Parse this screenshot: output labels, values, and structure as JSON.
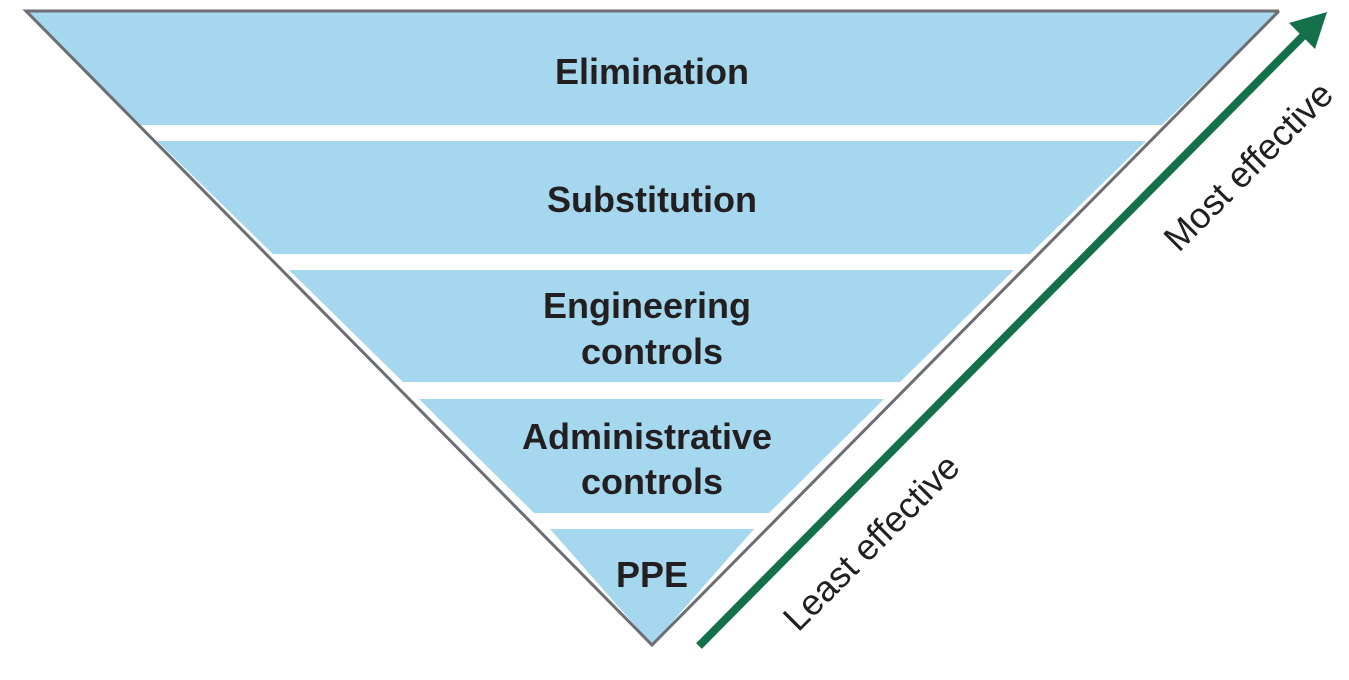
{
  "diagram": {
    "colors": {
      "tier_fill": "#a5d7ef",
      "outline": "#6d6e71",
      "arrow": "#14704a",
      "text": "#231f20"
    },
    "tiers": [
      {
        "lines": [
          "Elimination"
        ]
      },
      {
        "lines": [
          "Substitution"
        ]
      },
      {
        "lines": [
          "Engineering",
          "controls"
        ]
      },
      {
        "lines": [
          "Administrative",
          "controls"
        ]
      },
      {
        "lines": [
          "PPE"
        ]
      }
    ],
    "arrow": {
      "low_label": "Least effective",
      "high_label": "Most effective"
    }
  }
}
